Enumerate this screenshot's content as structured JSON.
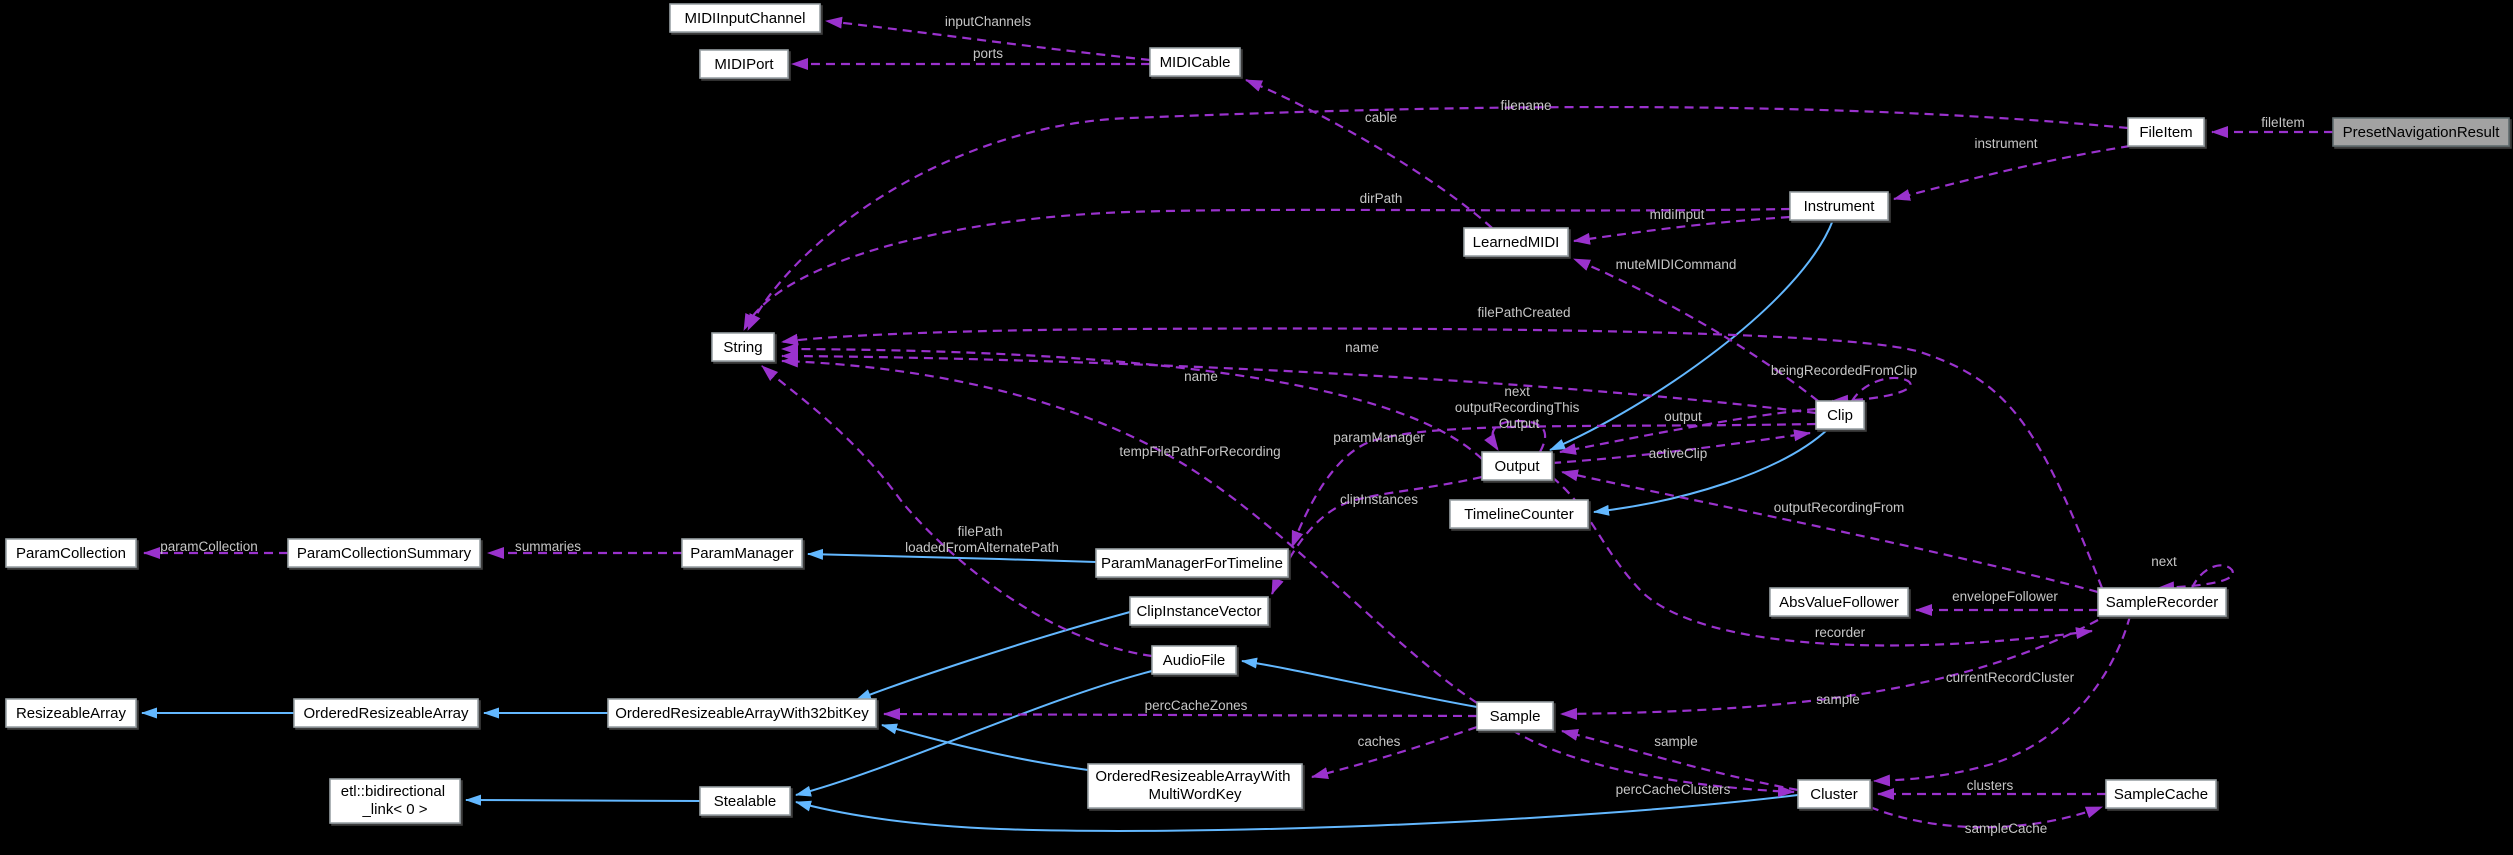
{
  "diagram": {
    "background": "#000000",
    "node_fill": "#ffffff",
    "node_border": "#99a1a5",
    "highlight_fill": "#a2a2a2",
    "highlight_border": "#5f6b6e",
    "usage_color": "#9a32cd",
    "inheritance_color": "#63b8ff",
    "label_color": "#c6c6c6",
    "node_text_color": "#000000"
  },
  "nodes": [
    {
      "id": "midiinputchannel",
      "label": "MIDIInputChannel"
    },
    {
      "id": "midiport",
      "label": "MIDIPort"
    },
    {
      "id": "midicable",
      "label": "MIDICable"
    },
    {
      "id": "fileitem",
      "label": "FileItem"
    },
    {
      "id": "presetnavigationresult",
      "label": "PresetNavigationResult",
      "highlighted": true
    },
    {
      "id": "instrument",
      "label": "Instrument"
    },
    {
      "id": "learnedmidi",
      "label": "LearnedMIDI"
    },
    {
      "id": "string",
      "label": "String"
    },
    {
      "id": "clip",
      "label": "Clip"
    },
    {
      "id": "output",
      "label": "Output"
    },
    {
      "id": "timelinecounter",
      "label": "TimelineCounter"
    },
    {
      "id": "paramcollection",
      "label": "ParamCollection"
    },
    {
      "id": "paramcollectionsummary",
      "label": "ParamCollectionSummary"
    },
    {
      "id": "parammanager",
      "label": "ParamManager"
    },
    {
      "id": "parammanagerfortimeline",
      "label": "ParamManagerForTimeline"
    },
    {
      "id": "clipinstancevector",
      "label": "ClipInstanceVector"
    },
    {
      "id": "audiofile",
      "label": "AudioFile"
    },
    {
      "id": "resizeablearray",
      "label": "ResizeableArray"
    },
    {
      "id": "orderedresizeablearray",
      "label": "OrderedResizeableArray"
    },
    {
      "id": "orderedresizeablearraywith32bitkey",
      "label": "OrderedResizeableArrayWith32bitKey"
    },
    {
      "id": "orderedresizeablearraywithmultiwordkey",
      "lines": [
        "OrderedResizeableArrayWith",
        "MultiWordKey"
      ]
    },
    {
      "id": "stealable",
      "label": "Stealable"
    },
    {
      "id": "etl-bidirectional-link",
      "lines": [
        "etl::bidirectional",
        "_link< 0 >"
      ]
    },
    {
      "id": "sample",
      "label": "Sample"
    },
    {
      "id": "cluster",
      "label": "Cluster"
    },
    {
      "id": "samplecache",
      "label": "SampleCache"
    },
    {
      "id": "samplerecorder",
      "label": "SampleRecorder"
    },
    {
      "id": "absvaluefollower",
      "label": "AbsValueFollower"
    }
  ],
  "edges": [
    {
      "id": "inputchannels",
      "label": "inputChannels",
      "type": "usage",
      "from": "MIDICable",
      "to": "MIDIInputChannel"
    },
    {
      "id": "ports",
      "label": "ports",
      "type": "usage",
      "from": "MIDICable",
      "to": "MIDIPort"
    },
    {
      "id": "cable",
      "label": "cable",
      "type": "usage",
      "from": "LearnedMIDI",
      "to": "MIDICable"
    },
    {
      "id": "filename",
      "label": "filename",
      "type": "usage",
      "from": "FileItem",
      "to": "String"
    },
    {
      "id": "fileitem",
      "label": "fileItem",
      "type": "usage",
      "from": "PresetNavigationResult",
      "to": "FileItem"
    },
    {
      "id": "instrument",
      "label": "instrument",
      "type": "usage",
      "from": "FileItem",
      "to": "Instrument"
    },
    {
      "id": "dirpath",
      "label": "dirPath",
      "type": "usage",
      "from": "Instrument",
      "to": "String"
    },
    {
      "id": "midiinput",
      "label": "midiInput",
      "type": "usage",
      "from": "Instrument",
      "to": "LearnedMIDI"
    },
    {
      "id": "mutemidicommand",
      "label": "muteMIDICommand",
      "type": "usage",
      "from": "Clip",
      "to": "LearnedMIDI"
    },
    {
      "id": "filepathcreated",
      "label": "filePathCreated",
      "type": "usage",
      "from": "SampleRecorder",
      "to": "String"
    },
    {
      "id": "name-output",
      "label": "name",
      "type": "usage",
      "from": "Output",
      "to": "String"
    },
    {
      "id": "name-clip",
      "label": "name",
      "type": "usage",
      "from": "Clip",
      "to": "String"
    },
    {
      "id": "tempfilepathforrecording",
      "label": "tempFilePathForRecording",
      "type": "usage",
      "from": "Sample",
      "to": "String"
    },
    {
      "id": "filepath-loadedfromalternatepath",
      "lines": [
        "filePath",
        "loadedFromAlternatePath"
      ],
      "type": "usage",
      "from": "AudioFile",
      "to": "String"
    },
    {
      "id": "next-outputrecordingthisoutput",
      "lines": [
        "next",
        "outputRecordingThis",
        "Output"
      ],
      "type": "usage",
      "from": "Output",
      "to": "Output"
    },
    {
      "id": "beingrecordedfromclip",
      "label": "beingRecordedFromClip",
      "type": "usage",
      "from": "Clip",
      "to": "Clip"
    },
    {
      "id": "output",
      "label": "output",
      "type": "usage",
      "from": "Clip",
      "to": "Output"
    },
    {
      "id": "activeclip",
      "label": "activeClip",
      "type": "usage",
      "from": "Output",
      "to": "Clip"
    },
    {
      "id": "outputrecordingfrom",
      "label": "outputRecordingFrom",
      "type": "usage",
      "from": "SampleRecorder",
      "to": "Output"
    },
    {
      "id": "parammanager",
      "label": "paramManager",
      "type": "usage",
      "from": "Clip",
      "to": "ParamManagerForTimeline"
    },
    {
      "id": "clipinstances",
      "label": "clipInstances",
      "type": "usage",
      "from": "Output",
      "to": "ClipInstanceVector"
    },
    {
      "id": "paramcollection",
      "label": "paramCollection",
      "type": "usage",
      "from": "ParamCollectionSummary",
      "to": "ParamCollection"
    },
    {
      "id": "summaries",
      "label": "summaries",
      "type": "usage",
      "from": "ParamManager",
      "to": "ParamCollectionSummary"
    },
    {
      "id": "recorder",
      "label": "recorder",
      "type": "usage",
      "from": "Output",
      "to": "SampleRecorder"
    },
    {
      "id": "envelopefollower",
      "label": "envelopeFollower",
      "type": "usage",
      "from": "SampleRecorder",
      "to": "AbsValueFollower"
    },
    {
      "id": "next-samplerecorder",
      "label": "next",
      "type": "usage",
      "from": "SampleRecorder",
      "to": "SampleRecorder"
    },
    {
      "id": "currentrecordcluster",
      "label": "currentRecordCluster",
      "type": "usage",
      "from": "SampleRecorder",
      "to": "Cluster"
    },
    {
      "id": "sample-recorder",
      "label": "sample",
      "type": "usage",
      "from": "SampleRecorder",
      "to": "Sample"
    },
    {
      "id": "sample-cluster",
      "label": "sample",
      "type": "usage",
      "from": "Cluster",
      "to": "Sample"
    },
    {
      "id": "perccachezones",
      "label": "percCacheZones",
      "type": "usage",
      "from": "Sample",
      "to": "OrderedResizeableArrayWith32bitKey"
    },
    {
      "id": "caches",
      "label": "caches",
      "type": "usage",
      "from": "Sample",
      "to": "OrderedResizeableArrayWithMultiWordKey"
    },
    {
      "id": "perccacheclusters",
      "label": "percCacheClusters",
      "type": "usage",
      "from": "Sample",
      "to": "Cluster"
    },
    {
      "id": "clusters",
      "label": "clusters",
      "type": "usage",
      "from": "SampleCache",
      "to": "Cluster"
    },
    {
      "id": "samplecache",
      "label": "sampleCache",
      "type": "usage",
      "from": "Cluster",
      "to": "SampleCache"
    }
  ],
  "inheritance_edges": [
    {
      "from": "Instrument",
      "to": "Output"
    },
    {
      "from": "Clip",
      "to": "TimelineCounter"
    },
    {
      "from": "ParamManagerForTimeline",
      "to": "ParamManager"
    },
    {
      "from": "OrderedResizeableArray",
      "to": "ResizeableArray"
    },
    {
      "from": "OrderedResizeableArrayWith32bitKey",
      "to": "OrderedResizeableArray"
    },
    {
      "from": "ClipInstanceVector",
      "to": "OrderedResizeableArrayWith32bitKey"
    },
    {
      "from": "OrderedResizeableArrayWithMultiWordKey",
      "to": "OrderedResizeableArrayWith32bitKey"
    },
    {
      "from": "Sample",
      "to": "AudioFile"
    },
    {
      "from": "AudioFile",
      "to": "Stealable"
    },
    {
      "from": "Cluster",
      "to": "Stealable"
    },
    {
      "from": "Stealable",
      "to": "etl::bidirectional_link< 0 >"
    }
  ]
}
